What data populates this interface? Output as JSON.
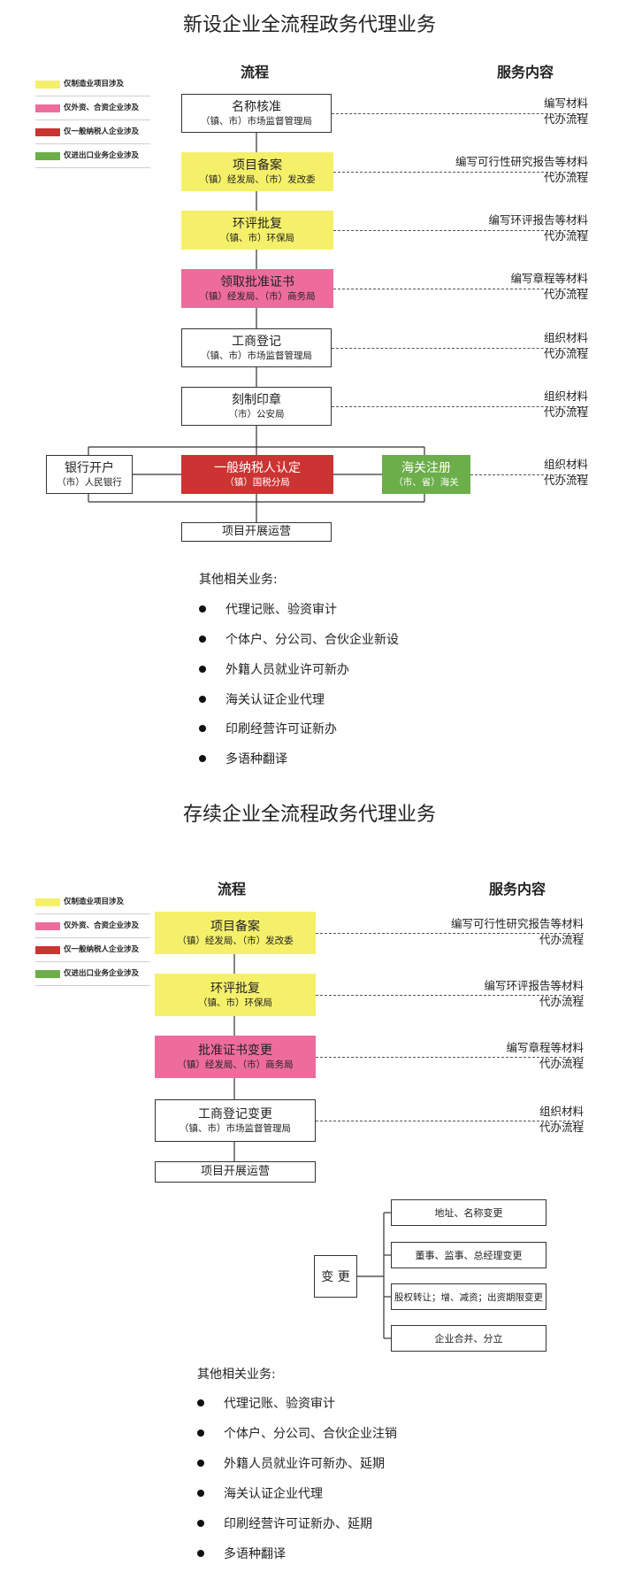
{
  "legend": [
    {
      "label": "仅制造业项目涉及",
      "color": "#f5f06a"
    },
    {
      "label": "仅外资、合资企业涉及",
      "color": "#ee6c9c"
    },
    {
      "label": "仅一般纳税人企业涉及",
      "color": "#cc3333"
    },
    {
      "label": "仅进出口业务企业涉及",
      "color": "#6cae4a"
    }
  ],
  "section1": {
    "title": "新设企业全流程政务代理业务",
    "header_process": "流程",
    "header_service": "服务内容",
    "steps": [
      {
        "main": "名称核准",
        "sub": "（镇、市）市场监督管理局",
        "service": [
          "编写材料",
          "代办流程"
        ]
      },
      {
        "main": "项目备案",
        "sub": "（镇）经发局、（市）发改委",
        "service": [
          "编写可行性研究报告等材料",
          "代办流程"
        ]
      },
      {
        "main": "环评批复",
        "sub": "（镇、市）环保局",
        "service": [
          "编写环评报告等材料",
          "代办流程"
        ]
      },
      {
        "main": "领取批准证书",
        "sub": "（镇）经发局、（市）商务局",
        "service": [
          "编写章程等材料",
          "代办流程"
        ]
      },
      {
        "main": "工商登记",
        "sub": "（镇、市）市场监督管理局",
        "service": [
          "组织材料",
          "代办流程"
        ]
      },
      {
        "main": "刻制印章",
        "sub": "（市）公安局",
        "service": [
          "组织材料",
          "代办流程"
        ]
      }
    ],
    "bank": {
      "main": "银行开户",
      "sub": "（市）人民银行"
    },
    "tax": {
      "main": "一般纳税人认定",
      "sub": "（镇）国税分局"
    },
    "customs": {
      "main": "海关注册",
      "sub": "（市、省）海关",
      "service": [
        "组织材料",
        "代办流程"
      ]
    },
    "final": "项目开展运营",
    "other_title": "其他相关业务:",
    "other": [
      "代理记账、验资审计",
      "个体户、分公司、合伙企业新设",
      "外籍人员就业许可新办",
      "海关认证企业代理",
      "印刷经营许可证新办",
      "多语种翻译"
    ]
  },
  "section2": {
    "title": "存续企业全流程政务代理业务",
    "header_process": "流程",
    "header_service": "服务内容",
    "steps": [
      {
        "main": "项目备案",
        "sub": "（镇）经发局、（市）发改委",
        "service": [
          "编写可行性研究报告等材料",
          "代办流程"
        ]
      },
      {
        "main": "环评批复",
        "sub": "（镇、市）环保局",
        "service": [
          "编写环评报告等材料",
          "代办流程"
        ]
      },
      {
        "main": "批准证书变更",
        "sub": "（镇）经发局、（市）商务局",
        "service": [
          "编写章程等材料",
          "代办流程"
        ]
      },
      {
        "main": "工商登记变更",
        "sub": "（镇、市）市场监督管理局",
        "service": [
          "组织材料",
          "代办流程"
        ]
      }
    ],
    "final": "项目开展运营",
    "change_label": "变 更",
    "changes": [
      "地址、名称变更",
      "董事、监事、总经理变更",
      "股权转让；增、减资；出资期限变更",
      "企业合并、分立"
    ],
    "other_title": "其他相关业务:",
    "other": [
      "代理记账、验资审计",
      "个体户、分公司、合伙企业注销",
      "外籍人员就业许可新办、延期",
      "海关认证企业代理",
      "印刷经营许可证新办、延期",
      "多语种翻译"
    ]
  }
}
